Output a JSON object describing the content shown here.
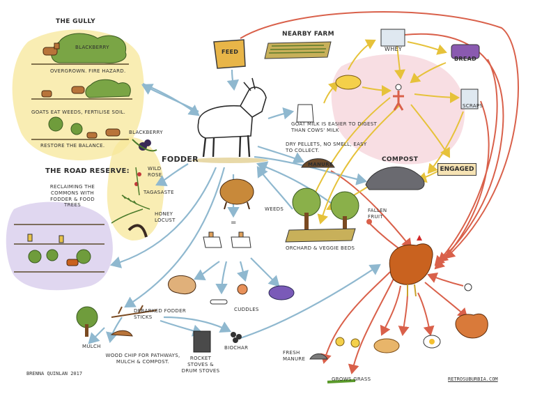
{
  "labels": {
    "gully_title": "THE GULLY",
    "blackberry_top": "BLACKBERRY",
    "overgrown": "OVERGROWN. FIRE HAZARD.",
    "goats_eat": "GOATS EAT WEEDS, FERTILISE SOIL.",
    "restore": "RESTORE THE BALANCE.",
    "road_reserve": "THE ROAD RESERVE:",
    "reclaiming": "RECLAIMING THE COMMONS WITH FODDER & FOOD TREES",
    "blackberry": "BLACKBERRY",
    "fodder": "FODDER",
    "wild_rose": "WILD ROSE",
    "tagasaste": "TAGASASTE",
    "honey_locust": "HONEY LOCUST",
    "feed": "FEED",
    "nearby_farm": "NEARBY FARM",
    "whey": "WHEY",
    "bread": "BREAD",
    "scraps": "SCRAPS",
    "goat_milk": "GOAT MILK IS EASIER TO DIGEST THAN COWS' MILK",
    "dry_pellets": "DRY PELLETS, NO SMELL, EASY TO COLLECT.",
    "manure": "MANURE",
    "compost": "COMPOST",
    "engaged": "ENGAGED",
    "weeds": "WEEDS",
    "fallen_fruit": "FALLEN FRUIT",
    "orchard": "ORCHARD & VEGGIE BEDS",
    "cuddles": "CUDDLES",
    "debarked": "DEBARKED FODDER STICKS",
    "mulch": "MULCH",
    "wood_chip": "WOOD CHIP FOR PATHWAYS, MULCH & COMPOST.",
    "rocket": "ROCKET STOVES & DRUM STOVES",
    "biochar": "BIOCHAR",
    "fresh_manure": "FRESH MANURE",
    "grows_grass": "GROWS GRASS",
    "equals": "="
  },
  "credits": {
    "artist": "BRENNA QUINLAN 2017",
    "site": "RETROSUBURBIA.COM"
  },
  "colors": {
    "arrow_blue": "#8fb8cf",
    "arrow_red": "#d9604a",
    "arrow_yellow": "#e6c23a",
    "wash_yellow": "#f7e79a",
    "wash_purple": "#ddd3ee",
    "wash_pink": "#f6d6dc",
    "hen": "#c9621f"
  }
}
